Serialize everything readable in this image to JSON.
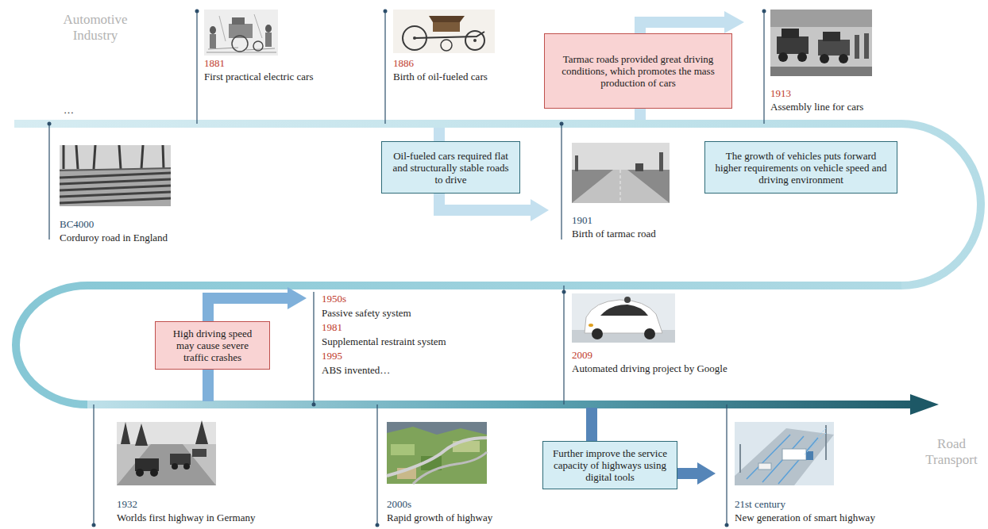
{
  "diagram": {
    "nodes": [
      {
        "text": [
          "Tarmac roads provided great driving conditions, which promotes the mass production of cars"
        ]
      },
      {
        "text": [
          "Oil-fueled cars required flat and structurally stable roads to drive"
        ]
      },
      {
        "text": [
          "The growth of vehicles puts forward higher requirements on vehicle speed and driving environment"
        ]
      },
      {
        "text": [
          "High driving speed may cause severe traffic crashes"
        ]
      },
      {
        "text": [
          "Further improve the service capacity of highways using digital tools"
        ]
      }
    ],
    "labels": [
      "Automotive Industry",
      "…",
      "1881",
      "First practical electric cars",
      "1886",
      "Birth of oil-fueled cars",
      "1913",
      "Assembly line for cars",
      "BC4000",
      "Corduroy road in England",
      "1901",
      "Birth of tarmac road",
      "1950s",
      "Passive safety system",
      "1981",
      "Supplemental restraint system",
      "1995",
      "ABS invented…",
      "2009",
      "Automated driving project by Google",
      "1932",
      "Worlds first highway in Germany",
      "2000s",
      "Rapid growth of highway",
      "21st century",
      "New generation of smart highway",
      "Road Transport"
    ]
  }
}
